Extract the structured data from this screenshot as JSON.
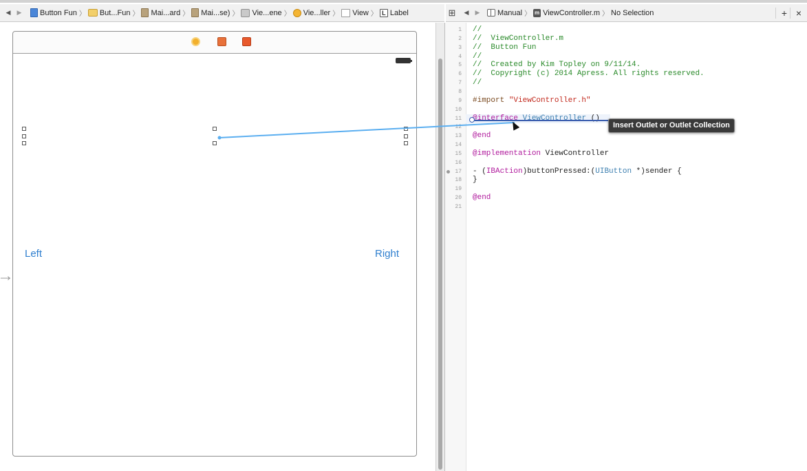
{
  "left_jumpbar": {
    "back_arrow": "◀",
    "forward_arrow": "▶",
    "crumbs": [
      {
        "label": "Button Fun",
        "icon": "project-file-icon"
      },
      {
        "label": "But...Fun",
        "icon": "folder-icon"
      },
      {
        "label": "Mai...ard",
        "icon": "storyboard-icon"
      },
      {
        "label": "Mai...se)",
        "icon": "storyboard-icon"
      },
      {
        "label": "Vie...ene",
        "icon": "scene-icon"
      },
      {
        "label": "Vie...ller",
        "icon": "view-controller-icon"
      },
      {
        "label": "View",
        "icon": "view-icon"
      },
      {
        "label": "Label",
        "icon": "label-icon"
      }
    ],
    "separator": "〉",
    "label_icon_glyph": "L"
  },
  "right_jumpbar": {
    "grid_glyph": "⊞",
    "back_arrow": "◀",
    "forward_arrow": "▶",
    "mode": "Manual",
    "file": "ViewController.m",
    "file_icon_glyph": "m",
    "selection": "No Selection",
    "add_glyph": "+",
    "close_glyph": "×"
  },
  "scene": {
    "left_button": "Left",
    "right_button": "Right",
    "entry_arrow": "→",
    "dock_icons": [
      "view-controller-icon",
      "first-responder-icon",
      "exit-icon"
    ]
  },
  "editor": {
    "lines": [
      {
        "n": "1",
        "text": "//",
        "cls": "c-comment"
      },
      {
        "n": "2",
        "text": "//  ViewController.m",
        "cls": "c-comment"
      },
      {
        "n": "3",
        "text": "//  Button Fun",
        "cls": "c-comment"
      },
      {
        "n": "4",
        "text": "//",
        "cls": "c-comment"
      },
      {
        "n": "5",
        "text": "//  Created by Kim Topley on 9/11/14.",
        "cls": "c-comment"
      },
      {
        "n": "6",
        "text": "//  Copyright (c) 2014 Apress. All rights reserved.",
        "cls": "c-comment"
      },
      {
        "n": "7",
        "text": "//",
        "cls": "c-comment"
      },
      {
        "n": "8",
        "text": "",
        "cls": "c-plain"
      },
      {
        "n": "9",
        "parts": [
          {
            "t": "#import ",
            "c": "c-pre"
          },
          {
            "t": "\"ViewController.h\"",
            "c": "c-str"
          }
        ]
      },
      {
        "n": "10",
        "text": "",
        "cls": "c-plain"
      },
      {
        "n": "11",
        "parts": [
          {
            "t": "@interface ",
            "c": "c-kw"
          },
          {
            "t": "ViewController",
            "c": "c-type"
          },
          {
            "t": " ()",
            "c": "c-plain"
          }
        ],
        "highlight": true
      },
      {
        "n": "12",
        "text": "",
        "cls": "c-plain"
      },
      {
        "n": "13",
        "text": "@end",
        "cls": "c-kw"
      },
      {
        "n": "14",
        "text": "",
        "cls": "c-plain"
      },
      {
        "n": "15",
        "parts": [
          {
            "t": "@implementation ",
            "c": "c-kw"
          },
          {
            "t": "ViewController",
            "c": "c-plain"
          }
        ]
      },
      {
        "n": "16",
        "text": "",
        "cls": "c-plain"
      },
      {
        "n": "17",
        "parts": [
          {
            "t": "- (",
            "c": "c-plain"
          },
          {
            "t": "IBAction",
            "c": "c-kw"
          },
          {
            "t": ")buttonPressed:(",
            "c": "c-plain"
          },
          {
            "t": "UIButton",
            "c": "c-type"
          },
          {
            "t": " *)sender {",
            "c": "c-plain"
          }
        ],
        "breakpoint": true
      },
      {
        "n": "18",
        "text": "}",
        "cls": "c-plain"
      },
      {
        "n": "19",
        "text": "",
        "cls": "c-plain"
      },
      {
        "n": "20",
        "text": "@end",
        "cls": "c-kw"
      },
      {
        "n": "21",
        "text": "",
        "cls": "c-plain"
      }
    ]
  },
  "tooltip": {
    "text": "Insert Outlet or Outlet Collection"
  },
  "colors": {
    "link_blue": "#2f7fcf",
    "connection_line": "#5aaef0",
    "insert_bar": "#3a5dae"
  }
}
